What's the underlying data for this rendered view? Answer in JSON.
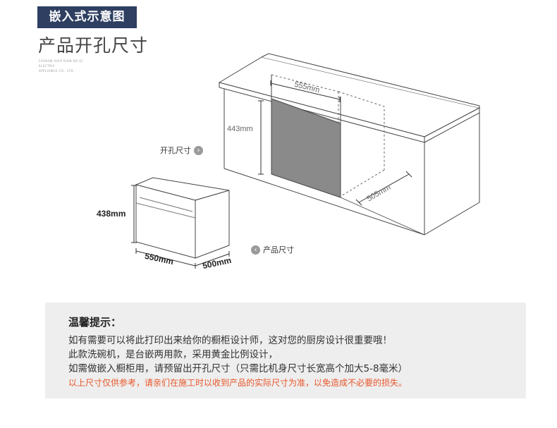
{
  "header": {
    "badge": "嵌入式示意图",
    "title": "产品开孔尺寸",
    "brand_lines": [
      "FOSHAN XIAO DIAN DA QI",
      "ELECTRIC",
      "APPLIANCE CO., LTD."
    ]
  },
  "diagram": {
    "callout_cutout": "开孔尺寸",
    "callout_product": "产品尺寸",
    "cutout_width": "555mm",
    "cutout_height": "443mm",
    "cutout_depth": "505mm",
    "product_height": "438mm",
    "product_width": "550mm",
    "product_depth": "500mm",
    "icon_right": "›",
    "icon_left": "‹"
  },
  "tips": {
    "title": "温馨提示：",
    "lines": [
      "如有需要可以将此打印出来给你的橱柜设计师，这对您的厨房设计很重要哦！",
      "此款洗碗机，是台嵌两用款，采用黄金比例设计，",
      "如需做嵌入橱柜用，请预留出开孔尺寸（只需比机身尺寸长宽高个加大5-8毫米）"
    ],
    "note": "以上尺寸仅供参考，请亲们在施工时以收到产品的实际尺寸为准，以免造成不必要的损失。"
  },
  "colors": {
    "badge_bg": "#2e3f62",
    "cutout_fill": "#8a8a8a",
    "tips_bg": "#eeeeee",
    "note_text": "#e8562a"
  }
}
